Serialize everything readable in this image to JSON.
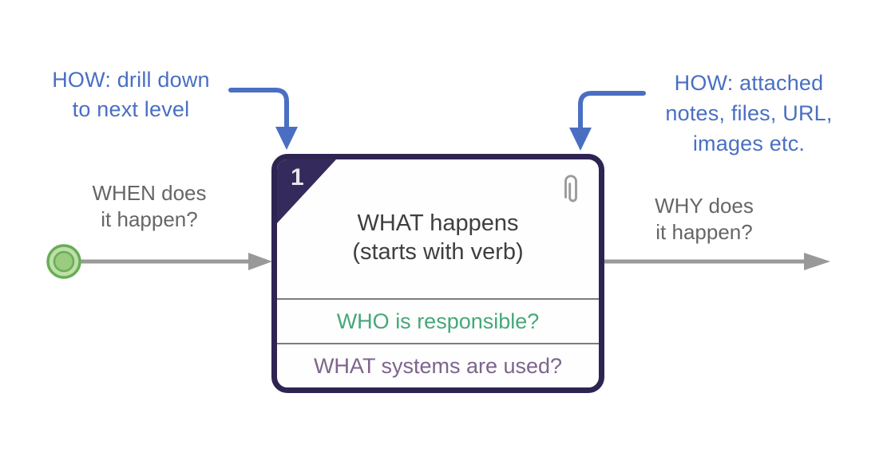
{
  "colors": {
    "background": "#ffffff",
    "annotation-blue": "#4a6fc2",
    "box-border": "#2e2452",
    "badge-bg": "#352a5c",
    "badge-text": "#e6e6ee",
    "main-text": "#3f3f3f",
    "who-green": "#45a878",
    "systems-purple": "#7d648c",
    "flow-gray": "#999999",
    "label-gray": "#666666",
    "divider-gray": "#7d7d7d",
    "icon-gray": "#9a9a9a",
    "node-stroke": "#67ae56",
    "node-fill": "#bedfa8",
    "node-inner": "#9acb7e"
  },
  "annotations": {
    "drill_down": {
      "lines": [
        "HOW: drill down",
        "to next level"
      ]
    },
    "attachments": {
      "lines": [
        "HOW: attached",
        "notes, files, URL,",
        "images etc."
      ]
    }
  },
  "flow_labels": {
    "incoming": {
      "lines": [
        "WHEN does",
        "it happen?"
      ]
    },
    "outgoing": {
      "lines": [
        "WHY does",
        "it happen?"
      ]
    }
  },
  "task_box": {
    "number": "1",
    "what_lines": [
      "WHAT happens",
      "(starts with verb)"
    ],
    "who_label": "WHO is responsible?",
    "systems_label": "WHAT systems are used?"
  },
  "icons": {
    "attachment": "paperclip-icon",
    "start": "start-event-circle"
  }
}
